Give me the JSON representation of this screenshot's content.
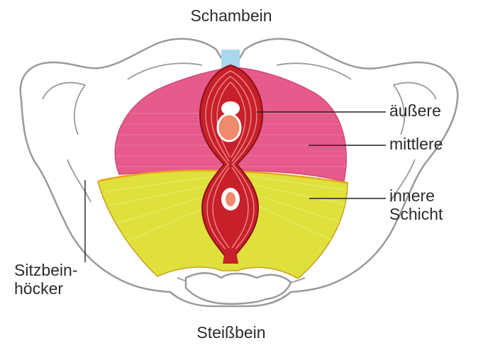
{
  "labels": {
    "top": "Schambein",
    "bottom": "Steißbein",
    "outer": "äußere",
    "middle": "mittlere",
    "inner_line1": "innere",
    "inner_line2": "Schicht",
    "ischial_line1": "Sitzbein-",
    "ischial_line2": "höcker"
  },
  "colors": {
    "outer_layer": "#c8202a",
    "middle_layer": "#e65a8c",
    "inner_layer": "#dfe03c",
    "symphysis": "#a9d7ee",
    "bone_outline": "#9a9a9a",
    "opening": "#f08a6e"
  }
}
